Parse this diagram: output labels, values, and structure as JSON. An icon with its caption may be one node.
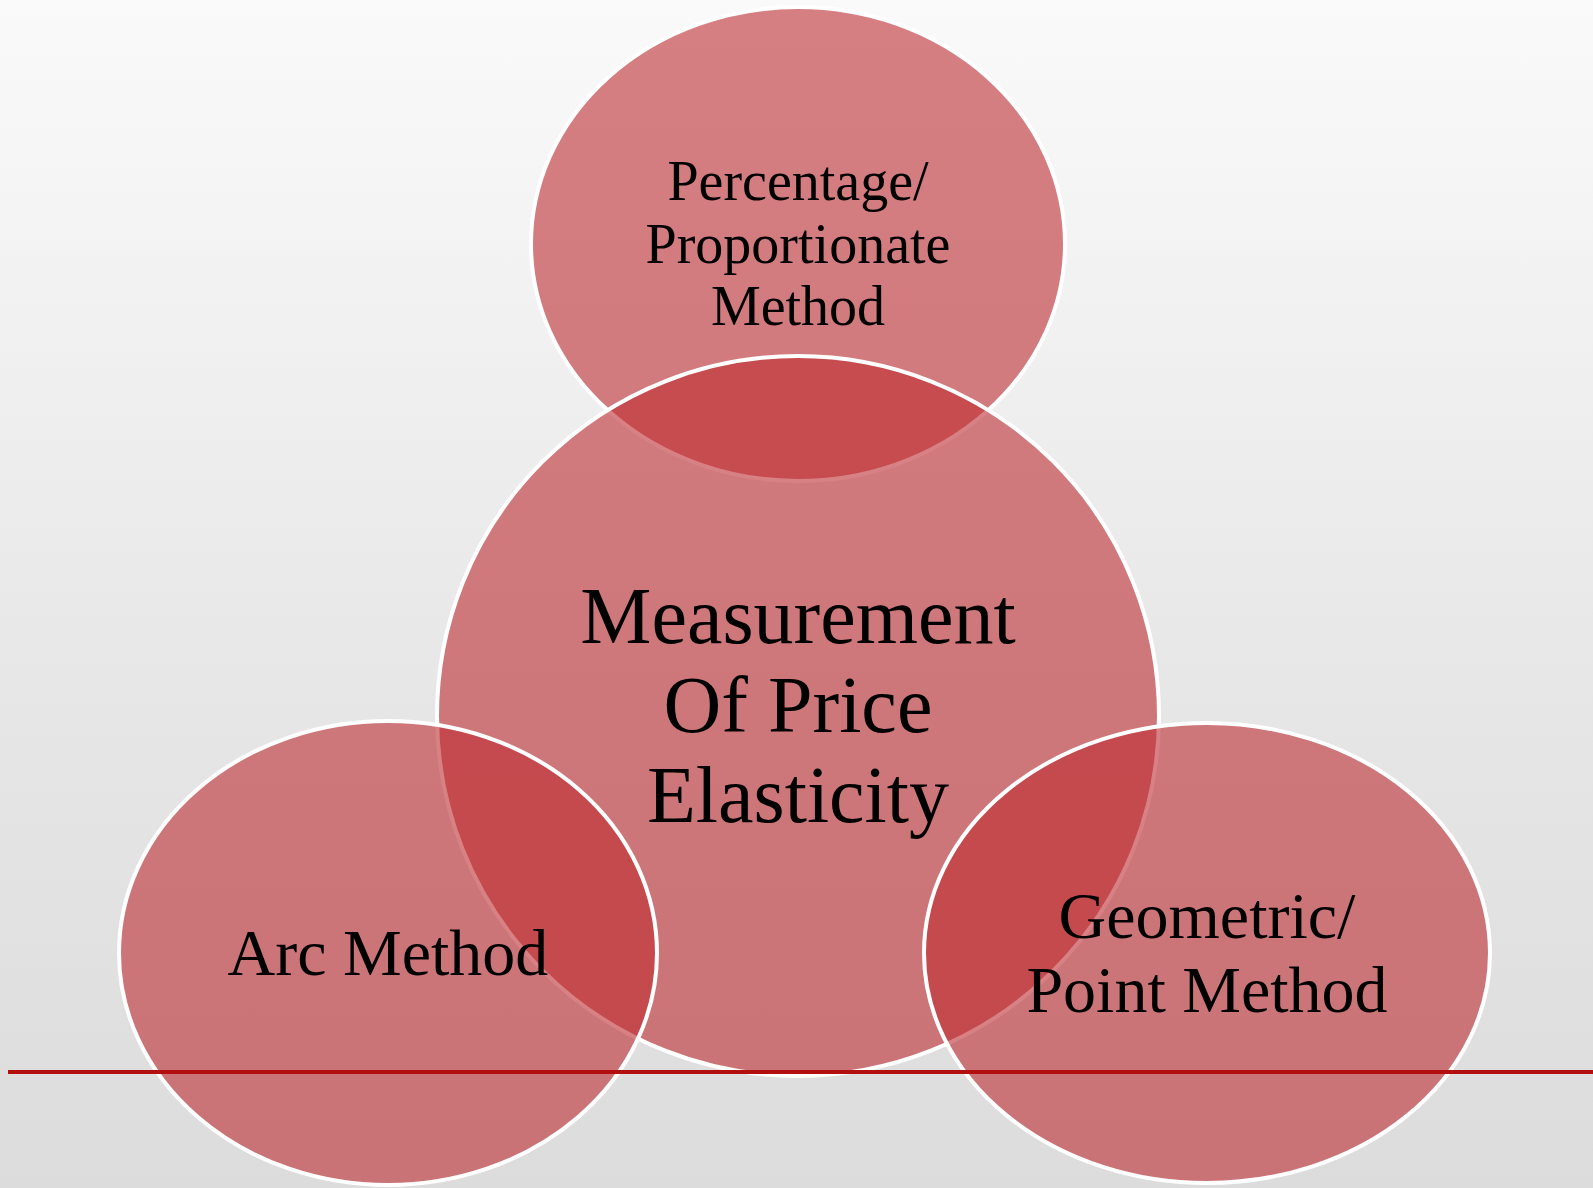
{
  "diagram": {
    "nodes": [
      {
        "text": [
          "Percentage/ Proportionate Method"
        ]
      },
      {
        "text": [
          "Measurement Of Price Elasticity"
        ]
      },
      {
        "text": [
          "Arc Method"
        ]
      },
      {
        "text": [
          "Geometric/ Point Method"
        ]
      }
    ]
  }
}
